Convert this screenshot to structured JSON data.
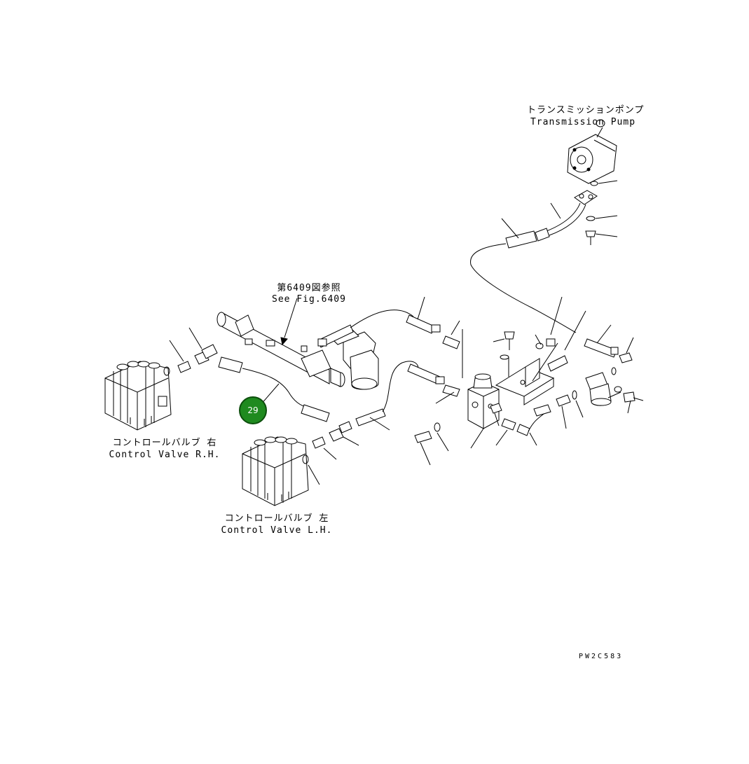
{
  "labels": {
    "pump_jp": "トランスミッションポンプ",
    "pump_en": "Transmission Pump",
    "ref_jp": "第6409図参照",
    "ref_en": "See Fig.6409",
    "valve_rh_jp": "コントロールバルブ 右",
    "valve_rh_en": "Control Valve R.H.",
    "valve_lh_jp": "コントロールバルブ 左",
    "valve_lh_en": "Control Valve L.H."
  },
  "callout": {
    "number": "29",
    "color": "#1f8a1f"
  },
  "drawing_code": "PW2C583"
}
